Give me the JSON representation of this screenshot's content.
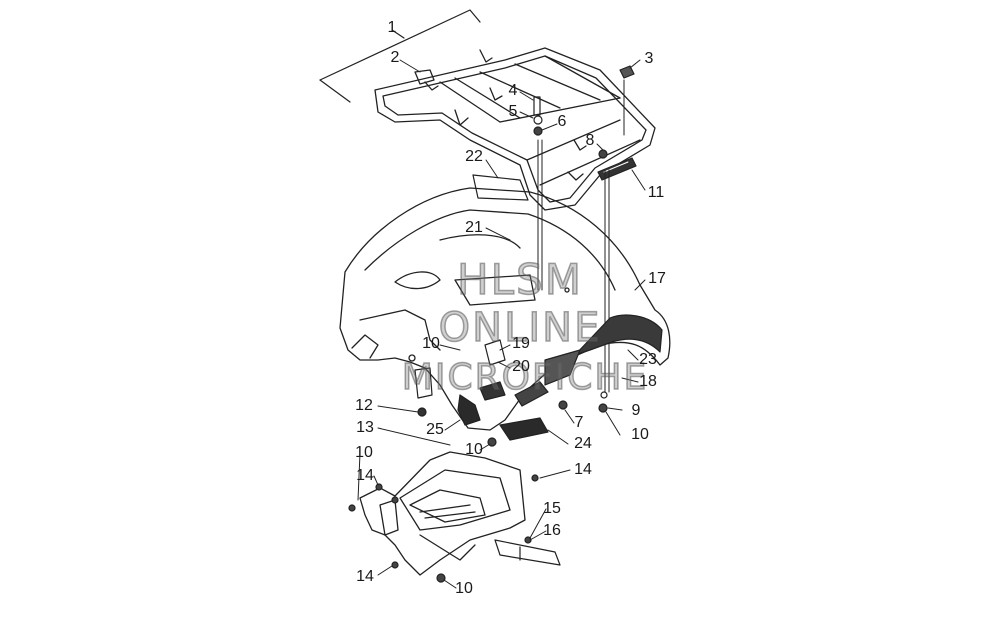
{
  "watermark": {
    "line1": "HLSM",
    "line2": "ONLINE",
    "line3": "MICROFICHE"
  },
  "callouts": [
    {
      "id": "c1",
      "text": "1"
    },
    {
      "id": "c2",
      "text": "2"
    },
    {
      "id": "c3",
      "text": "3"
    },
    {
      "id": "c4",
      "text": "4"
    },
    {
      "id": "c5",
      "text": "5"
    },
    {
      "id": "c6",
      "text": "6"
    },
    {
      "id": "c8",
      "text": "8"
    },
    {
      "id": "c11",
      "text": "11"
    },
    {
      "id": "c22",
      "text": "22"
    },
    {
      "id": "c21",
      "text": "21"
    },
    {
      "id": "c17",
      "text": "17"
    },
    {
      "id": "c10a",
      "text": "10"
    },
    {
      "id": "c19",
      "text": "19"
    },
    {
      "id": "c20",
      "text": "20"
    },
    {
      "id": "c23",
      "text": "23"
    },
    {
      "id": "c18",
      "text": "18"
    },
    {
      "id": "c12",
      "text": "12"
    },
    {
      "id": "c25",
      "text": "25"
    },
    {
      "id": "c7",
      "text": "7"
    },
    {
      "id": "c9",
      "text": "9"
    },
    {
      "id": "c10b",
      "text": "10"
    },
    {
      "id": "c13",
      "text": "13"
    },
    {
      "id": "c10c",
      "text": "10"
    },
    {
      "id": "c24",
      "text": "24"
    },
    {
      "id": "c10d",
      "text": "10"
    },
    {
      "id": "c14a",
      "text": "14"
    },
    {
      "id": "c14b",
      "text": "14"
    },
    {
      "id": "c15",
      "text": "15"
    },
    {
      "id": "c16",
      "text": "16"
    },
    {
      "id": "c14c",
      "text": "14"
    },
    {
      "id": "c10e",
      "text": "10"
    }
  ]
}
